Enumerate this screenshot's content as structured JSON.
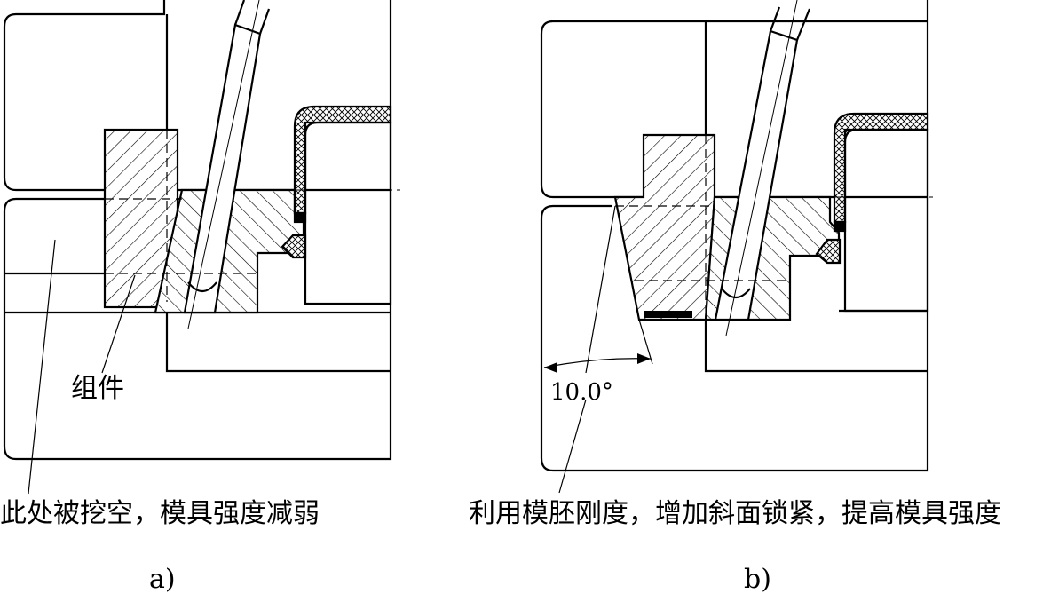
{
  "figures": [
    {
      "caption": "a)",
      "part_label": "组件",
      "note": "此处被挖空，模具强度减弱"
    },
    {
      "caption": "b)",
      "angle": "10.0°",
      "note": "利用模胚刚度，增加斜面锁紧，提高模具强度"
    }
  ]
}
